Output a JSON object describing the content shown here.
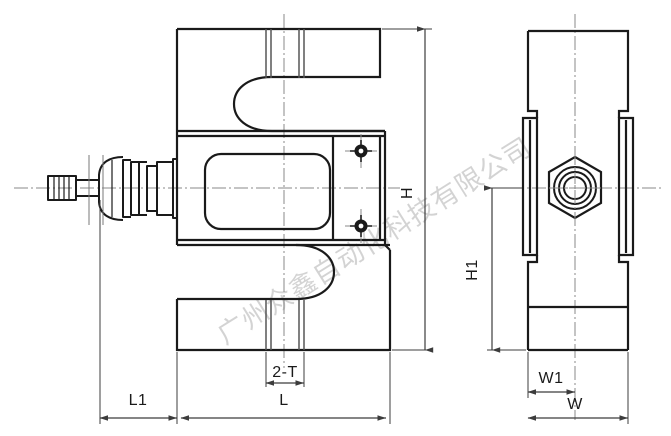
{
  "drawing": {
    "title": "S-Type Load Cell Dimensional Drawing",
    "type": "engineering-dimension-drawing",
    "line_color": "#1a1a1a",
    "dimension_line_color": "#3c3c3c",
    "center_line_color": "#777777",
    "background_color": "#ffffff"
  },
  "watermark": {
    "text": "广州众鑫自动化科技有限公司",
    "opacity": 0.17,
    "rotation_deg": -32
  },
  "dimensions": {
    "height_overall": {
      "label": "H",
      "orientation": "vertical",
      "view": "front"
    },
    "height_partial": {
      "label": "H1",
      "orientation": "vertical",
      "view": "side"
    },
    "length_offset": {
      "label": "L1",
      "orientation": "horizontal",
      "view": "front"
    },
    "length_overall": {
      "label": "L",
      "orientation": "horizontal",
      "view": "front"
    },
    "thread_callout": {
      "label": "2-T",
      "orientation": "horizontal",
      "view": "front"
    },
    "width_partial": {
      "label": "W1",
      "orientation": "horizontal",
      "view": "side"
    },
    "width_overall": {
      "label": "W",
      "orientation": "horizontal",
      "view": "side"
    }
  },
  "views": {
    "front": {
      "name": "front-view",
      "features": [
        "s-beam-body-outline",
        "upper-s-slot",
        "lower-s-slot",
        "center-strain-gauge-window",
        "upper-mounting-screw",
        "lower-mounting-screw",
        "cable-gland-connector",
        "cable-end",
        "upper-thread-hidden-lines",
        "lower-thread-hidden-lines"
      ]
    },
    "side": {
      "name": "side-view",
      "features": [
        "side-body-outline",
        "recessed-side-channels",
        "hex-nut",
        "threaded-boss-circles",
        "lower-step-notch",
        "upper-step-notch"
      ]
    }
  }
}
